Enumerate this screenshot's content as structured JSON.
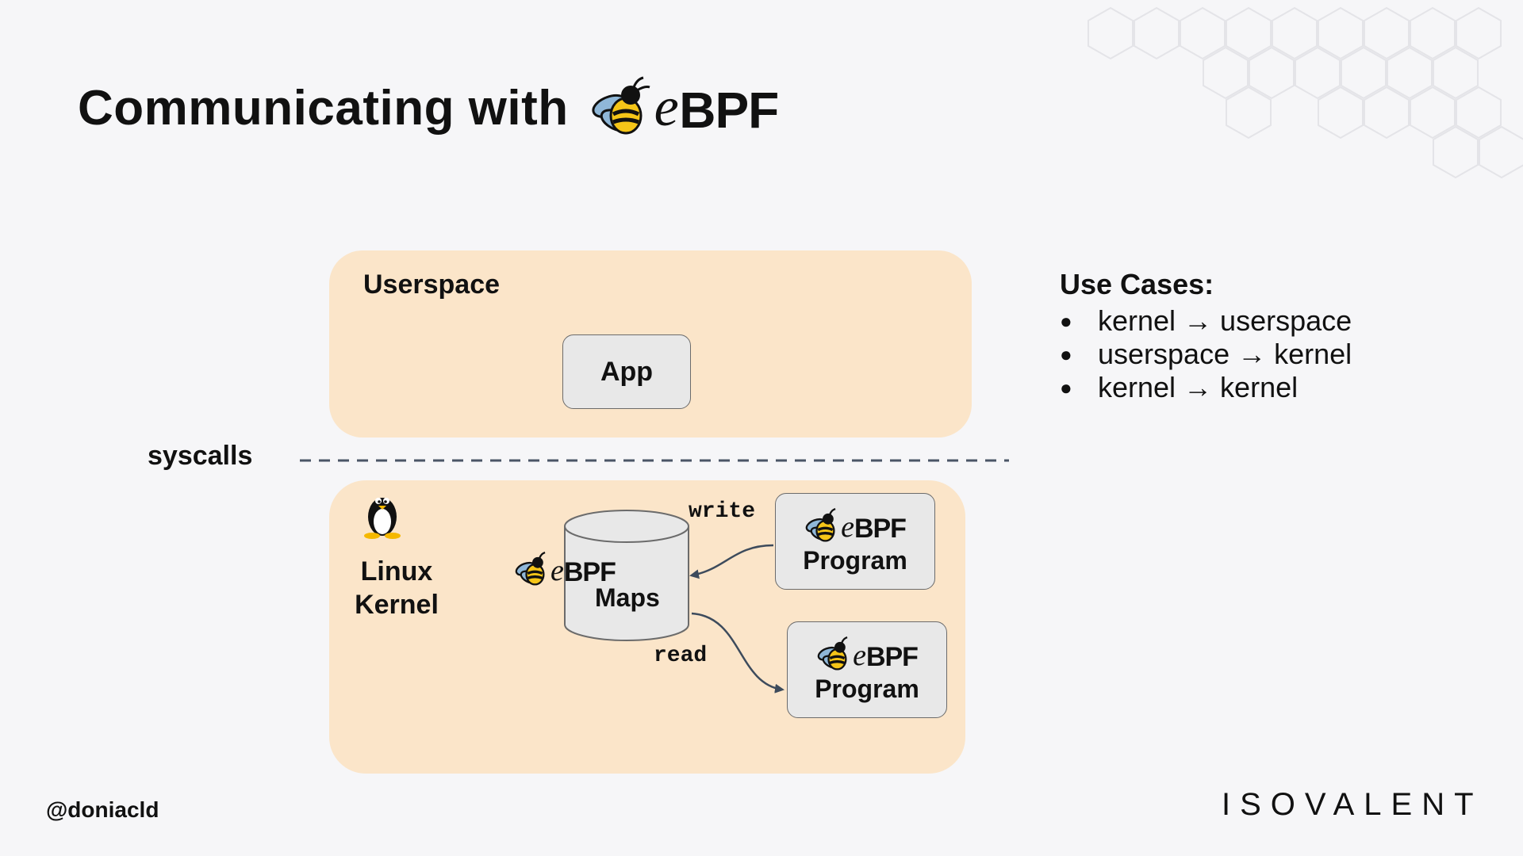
{
  "title": {
    "text": "Communicating with",
    "logo": {
      "e": "e",
      "bpf": "BPF"
    }
  },
  "userspace": {
    "label": "Userspace",
    "app_label": "App"
  },
  "syscalls_label": "syscalls",
  "kernel": {
    "label_line1": "Linux",
    "label_line2": "Kernel",
    "maps": {
      "e": "e",
      "bpf": "BPF",
      "label": "Maps"
    },
    "program_top": {
      "e": "e",
      "bpf": "BPF",
      "label": "Program"
    },
    "program_bottom": {
      "e": "e",
      "bpf": "BPF",
      "label": "Program"
    },
    "write_label": "write",
    "read_label": "read"
  },
  "use_cases": {
    "title": "Use Cases:",
    "items": [
      {
        "bullet": "●",
        "text": "kernel → userspace"
      },
      {
        "bullet": "●",
        "text": "userspace → kernel"
      },
      {
        "bullet": "●",
        "text": "kernel → kernel"
      }
    ]
  },
  "footer": {
    "handle": "@doniacld",
    "brand": "ISOVALENT"
  },
  "colors": {
    "background": "#f6f6f8",
    "region_fill": "#fbe5c9",
    "box_fill": "#e8e8e8",
    "arrow": "#3d4b5c",
    "bee_yellow": "#f5c518",
    "bee_wing": "#8fb7d8"
  },
  "icons": [
    "bee-icon",
    "tux-penguin-icon",
    "honeycomb-pattern"
  ]
}
